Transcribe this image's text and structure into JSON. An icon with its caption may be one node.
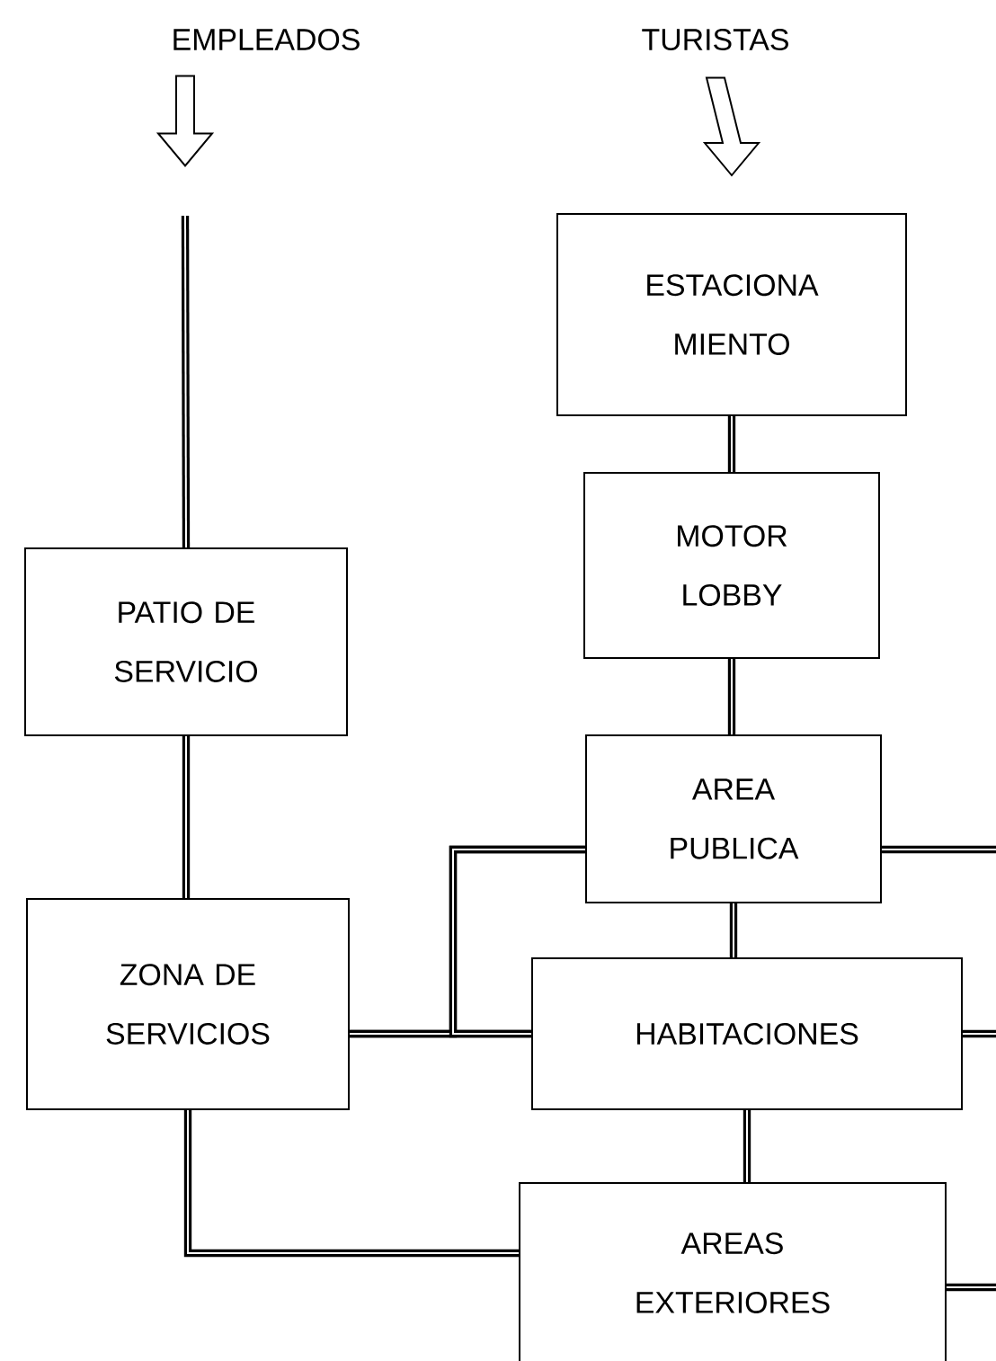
{
  "diagram": {
    "nodes": [
      {
        "text": [
          "EMPLEADOS"
        ]
      },
      {
        "text": [
          "TURISTAS"
        ]
      },
      {
        "text": [
          "ESTACIONA MIENTO"
        ]
      },
      {
        "text": [
          "MOTOR LOBBY"
        ]
      },
      {
        "text": [
          "PATIO DE SERVICIO"
        ]
      },
      {
        "text": [
          "AREA PUBLICA"
        ]
      },
      {
        "text": [
          "ZONA DE SERVICIOS"
        ]
      },
      {
        "text": [
          "HABITACIONES"
        ]
      },
      {
        "text": [
          "AREAS EXTERIORES"
        ]
      }
    ],
    "edges": [
      {
        "from": 0,
        "to": null,
        "arrow": "to"
      },
      {
        "from": 1,
        "to": 2,
        "arrow": "to"
      },
      {
        "from": null,
        "to": 4,
        "arrow": "none"
      },
      {
        "from": 2,
        "to": 3,
        "arrow": "none"
      },
      {
        "from": 3,
        "to": 5,
        "arrow": "none"
      },
      {
        "from": 4,
        "to": 6,
        "arrow": "none"
      },
      {
        "from": 5,
        "to": 7,
        "arrow": "none"
      },
      {
        "from": 7,
        "to": 8,
        "arrow": "none"
      },
      {
        "from": 6,
        "to": 7,
        "arrow": "none"
      },
      {
        "from": 5,
        "to": 6,
        "arrow": "none"
      },
      {
        "from": 5,
        "to": 7,
        "arrow": "none"
      },
      {
        "from": 6,
        "to": 8,
        "arrow": "none"
      },
      {
        "from": 5,
        "to": null,
        "arrow": "none"
      },
      {
        "from": 7,
        "to": null,
        "arrow": "none"
      },
      {
        "from": 8,
        "to": null,
        "arrow": "none"
      }
    ]
  }
}
